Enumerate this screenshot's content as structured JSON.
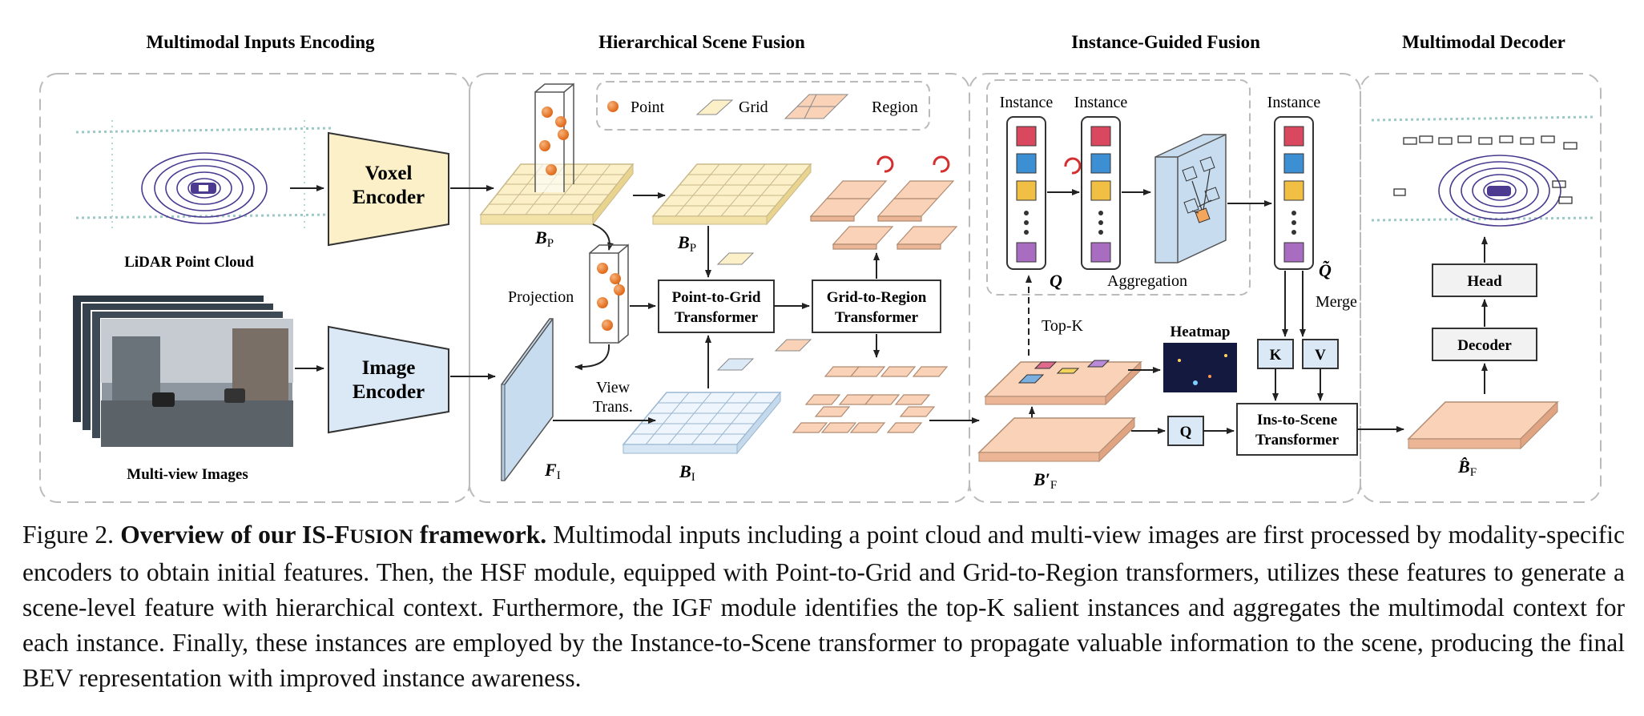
{
  "sections": {
    "encoding": "Multimodal Inputs Encoding",
    "hsf": "Hierarchical Scene Fusion",
    "igf": "Instance-Guided Fusion",
    "decoder": "Multimodal Decoder"
  },
  "encoding": {
    "lidar_label": "LiDAR Point Cloud",
    "images_label": "Multi-view Images",
    "voxel_line1": "Voxel",
    "voxel_line2": "Encoder",
    "image_line1": "Image",
    "image_line2": "Encoder"
  },
  "legend": {
    "point": "Point",
    "grid": "Grid",
    "region": "Region"
  },
  "hsf": {
    "projection": "Projection",
    "view_trans_1": "View",
    "view_trans_2": "Trans.",
    "p2g_line1": "Point-to-Grid",
    "p2g_line2": "Transformer",
    "g2r_line1": "Grid-to-Region",
    "g2r_line2": "Transformer",
    "bp_symbol": "B",
    "bp_sub": "P",
    "bi_symbol": "B",
    "bi_sub": "I",
    "fi_symbol": "F",
    "fi_sub": "I"
  },
  "igf": {
    "instance_label": "Instance",
    "q_symbol": "Q",
    "q_tilde_symbol": "Q̃",
    "aggregation": "Aggregation",
    "merge": "Merge",
    "topk": "Top-K",
    "heatmap": "Heatmap",
    "k_box": "K",
    "v_box": "V",
    "q_box": "Q",
    "ins2scene_line1": "Ins-to-Scene",
    "ins2scene_line2": "Transformer",
    "bf_symbol": "B′",
    "bf_sub": "F"
  },
  "decoder": {
    "head": "Head",
    "decoder": "Decoder",
    "bf_hat_symbol": "B̂",
    "bf_hat_sub": "F"
  },
  "colors": {
    "instance_red": "#d9485f",
    "instance_blue": "#3d8fd4",
    "instance_yellow": "#f2bf45",
    "instance_purple": "#a86cc1",
    "point_orange": "#e8742c",
    "encoder_yellow": "#fbf0c8",
    "encoder_blue": "#dbe9f6",
    "region_peach": "#f9d2b8"
  },
  "caption": {
    "prefix": "Figure 2.",
    "title_a": "Overview of our IS-F",
    "title_sc": "USION",
    "title_b": " framework.",
    "body": "Multimodal inputs including a point cloud and multi-view images are first processed by modality-specific encoders to obtain initial features. Then, the HSF module, equipped with Point-to-Grid and Grid-to-Region transformers, utilizes these features to generate a scene-level feature with hierarchical context. Furthermore, the IGF module identifies the top-K salient instances and aggregates the multimodal context for each instance. Finally, these instances are employed by the Instance-to-Scene transformer to propagate valuable information to the scene, producing the final BEV representation with improved instance awareness."
  }
}
